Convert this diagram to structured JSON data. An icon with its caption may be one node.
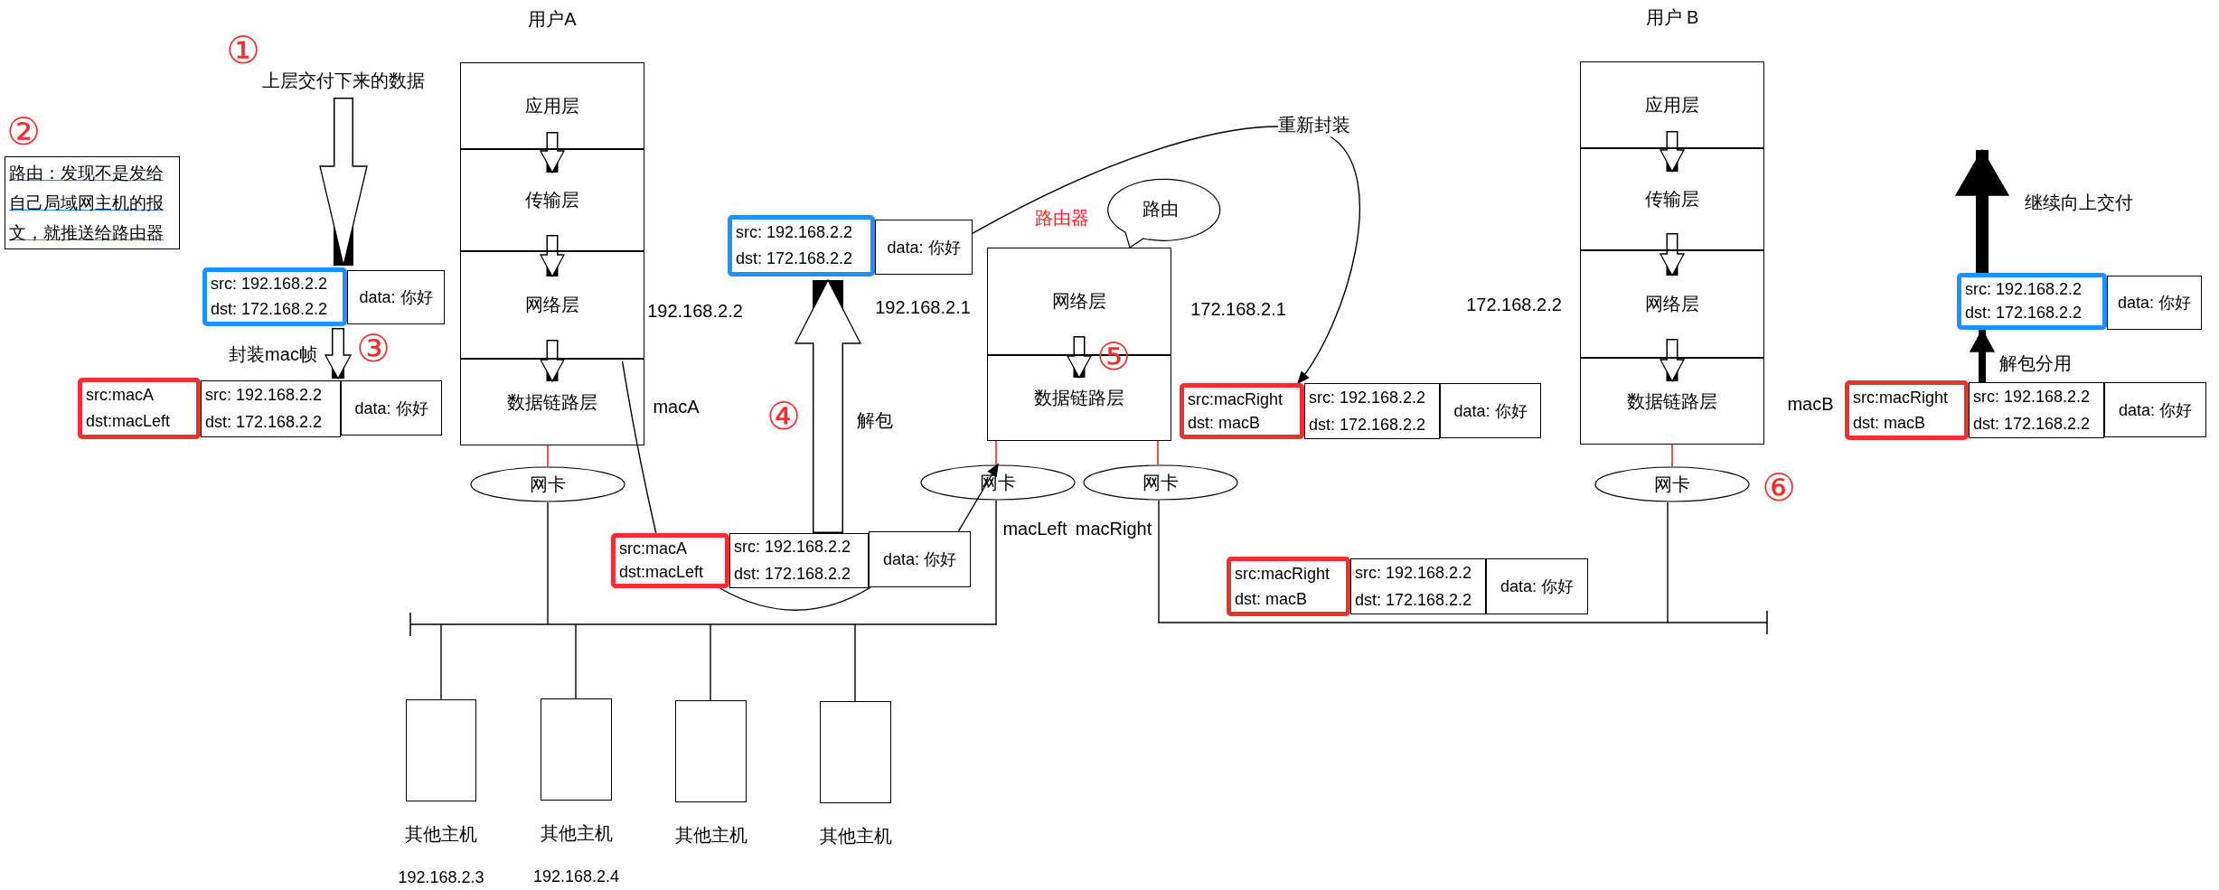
{
  "diagram": {
    "nodes": [
      {
        "text": [
          "上层交付下来的数据"
        ]
      },
      {
        "text": [
          "路由：发现不是发给自己局域网主机的报文，就推送给路由器"
        ],
        "beside": [
          "②"
        ]
      },
      {
        "text": [
          "用户A"
        ]
      },
      {
        "text": [
          "应用层"
        ],
        "in": 2
      },
      {
        "text": [
          "传输层"
        ],
        "in": 2
      },
      {
        "text": [
          "网络层"
        ],
        "in": 2
      },
      {
        "text": [
          "数据链路层"
        ],
        "in": 2
      },
      {
        "text": [
          "src: 192.168.2.2",
          "dst: 172.168.2.2"
        ]
      },
      {
        "text": [
          "data: 你好"
        ]
      },
      {
        "text": [
          "src:macA",
          "dst:macLeft"
        ]
      },
      {
        "text": [
          "src: 192.168.2.2",
          "dst: 172.168.2.2"
        ]
      },
      {
        "text": [
          "data: 你好"
        ]
      },
      {
        "text": [
          "网卡"
        ]
      },
      {
        "text": [
          "src: 192.168.2.2",
          "dst: 172.168.2.2"
        ]
      },
      {
        "text": [
          "data: 你好"
        ]
      },
      {
        "text": [
          "路由器"
        ]
      },
      {
        "text": [
          "网络层"
        ],
        "in": 15
      },
      {
        "text": [
          "数据链路层"
        ],
        "in": 15
      },
      {
        "text": [
          "路由"
        ]
      },
      {
        "text": [
          "网卡"
        ]
      },
      {
        "text": [
          "网卡"
        ]
      },
      {
        "text": [
          "src:macRight",
          "dst: macB"
        ]
      },
      {
        "text": [
          "src: 192.168.2.2",
          "dst: 172.168.2.2"
        ]
      },
      {
        "text": [
          "data: 你好"
        ]
      },
      {
        "text": [
          "src:macA",
          "dst:macLeft"
        ]
      },
      {
        "text": [
          "src: 192.168.2.2",
          "dst: 172.168.2.2"
        ]
      },
      {
        "text": [
          "data: 你好"
        ]
      },
      {
        "text": [
          "用户 B"
        ]
      },
      {
        "text": [
          "应用层"
        ],
        "in": 27
      },
      {
        "text": [
          "传输层"
        ],
        "in": 27
      },
      {
        "text": [
          "网络层"
        ],
        "in": 27
      },
      {
        "text": [
          "数据链路层"
        ],
        "in": 27
      },
      {
        "text": [
          "网卡"
        ]
      },
      {
        "text": [
          "src: 192.168.2.2",
          "dst: 172.168.2.2"
        ]
      },
      {
        "text": [
          "data: 你好"
        ]
      },
      {
        "text": [
          "src:macRight",
          "dst: macB"
        ]
      },
      {
        "text": [
          "src: 192.168.2.2",
          "dst: 172.168.2.2"
        ]
      },
      {
        "text": [
          "data: 你好"
        ]
      },
      {
        "text": [
          "src:macRight",
          "dst: macB"
        ]
      },
      {
        "text": [
          "src: 192.168.2.2",
          "dst: 172.168.2.2"
        ]
      },
      {
        "text": [
          "data: 你好"
        ]
      },
      {
        "text": [],
        "shape": "bar"
      },
      {
        "text": [],
        "shape": "bar"
      },
      {
        "text": [],
        "shape": "box",
        "beside": [
          "其他主机",
          "192.168.2.3"
        ]
      },
      {
        "text": [],
        "shape": "box",
        "beside": [
          "其他主机",
          "192.168.2.4"
        ]
      },
      {
        "text": [],
        "shape": "box",
        "beside": [
          "其他主机"
        ]
      },
      {
        "text": [],
        "shape": "box",
        "beside": [
          "其他主机"
        ]
      }
    ],
    "edges": [
      {
        "from": 0,
        "to": 7,
        "arrow": "to",
        "style": "thick"
      },
      {
        "from": 3,
        "to": 4,
        "arrow": "to",
        "style": "thick"
      },
      {
        "from": 4,
        "to": 5,
        "arrow": "to",
        "style": "thick"
      },
      {
        "from": 5,
        "to": 6,
        "arrow": "to",
        "style": "thick"
      },
      {
        "from": 7,
        "to": 10,
        "arrow": "to",
        "style": "thick",
        "label": "封装mac帧"
      },
      {
        "from": 6,
        "to": 12,
        "arrow": "none",
        "color": "#ff0000"
      },
      {
        "from": 12,
        "to": 41,
        "arrow": "none"
      },
      {
        "from": 6,
        "to": 24,
        "arrow": "none"
      },
      {
        "from": 24,
        "to": 26,
        "arrow": "none"
      },
      {
        "from": 26,
        "to": 19,
        "arrow": "to"
      },
      {
        "from": 25,
        "to": 13,
        "arrow": "to",
        "style": "thick",
        "label": "解包"
      },
      {
        "from": 16,
        "to": 17,
        "arrow": "to",
        "style": "thick"
      },
      {
        "from": 17,
        "to": 19,
        "arrow": "none",
        "color": "#ff0000"
      },
      {
        "from": 17,
        "to": 20,
        "arrow": "none",
        "color": "#ff0000"
      },
      {
        "from": 19,
        "to": 41,
        "arrow": "none"
      },
      {
        "from": 20,
        "to": 42,
        "arrow": "none"
      },
      {
        "from": 14,
        "to": 21,
        "arrow": "to",
        "label": "重新封装"
      },
      {
        "from": 28,
        "to": 29,
        "arrow": "to",
        "style": "thick"
      },
      {
        "from": 29,
        "to": 30,
        "arrow": "to",
        "style": "thick"
      },
      {
        "from": 30,
        "to": 31,
        "arrow": "to",
        "style": "thick"
      },
      {
        "from": 31,
        "to": 32,
        "arrow": "none",
        "color": "#ff0000"
      },
      {
        "from": 32,
        "to": 42,
        "arrow": "none"
      },
      {
        "from": 36,
        "to": 33,
        "arrow": "to",
        "style": "thick",
        "label": "解包分用"
      },
      {
        "from": 33,
        "to": null,
        "arrow": "to",
        "style": "thick",
        "label": "继续向上交付"
      },
      {
        "from": 41,
        "to": 43,
        "arrow": "none"
      },
      {
        "from": 41,
        "to": 44,
        "arrow": "none"
      },
      {
        "from": 41,
        "to": 45,
        "arrow": "none"
      },
      {
        "from": 41,
        "to": 46,
        "arrow": "none"
      }
    ],
    "labels": [
      "①",
      "192.168.2.2",
      "③",
      "macA",
      "192.168.2.1",
      "172.168.2.1",
      "172.168.2.2",
      "⑤",
      "④",
      "macB",
      "⑥",
      "macLeft",
      "macRight"
    ]
  }
}
